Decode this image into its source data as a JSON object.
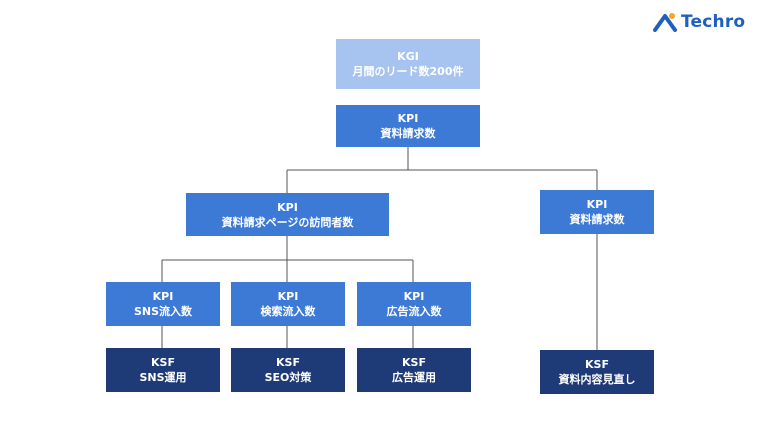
{
  "logo": {
    "text": "Techro",
    "icon": "techro-logo-icon",
    "colors": {
      "text": "#1f5fbf",
      "mark_dark": "#1f5fbf",
      "mark_accent": "#f5a623"
    }
  },
  "colors": {
    "kgi_box": "#a6c4ef",
    "kpi_box": "#3d7ad6",
    "ksf_box": "#1e3b78",
    "connector": "#555555"
  },
  "nodes": {
    "kgi": {
      "title": "KGI",
      "label": "月間のリード数200件"
    },
    "kpi_top": {
      "title": "KPI",
      "label": "資料請求数"
    },
    "kpi_visitors": {
      "title": "KPI",
      "label": "資料請求ページの訪問者数"
    },
    "kpi_right": {
      "title": "KPI",
      "label": "資料請求数"
    },
    "kpi_sns": {
      "title": "KPI",
      "label": "SNS流入数"
    },
    "kpi_search": {
      "title": "KPI",
      "label": "検索流入数"
    },
    "kpi_ad": {
      "title": "KPI",
      "label": "広告流入数"
    },
    "ksf_sns": {
      "title": "KSF",
      "label": "SNS運用"
    },
    "ksf_seo": {
      "title": "KSF",
      "label": "SEO対策"
    },
    "ksf_ad": {
      "title": "KSF",
      "label": "広告運用"
    },
    "ksf_doc": {
      "title": "KSF",
      "label": "資料内容見直し"
    }
  }
}
